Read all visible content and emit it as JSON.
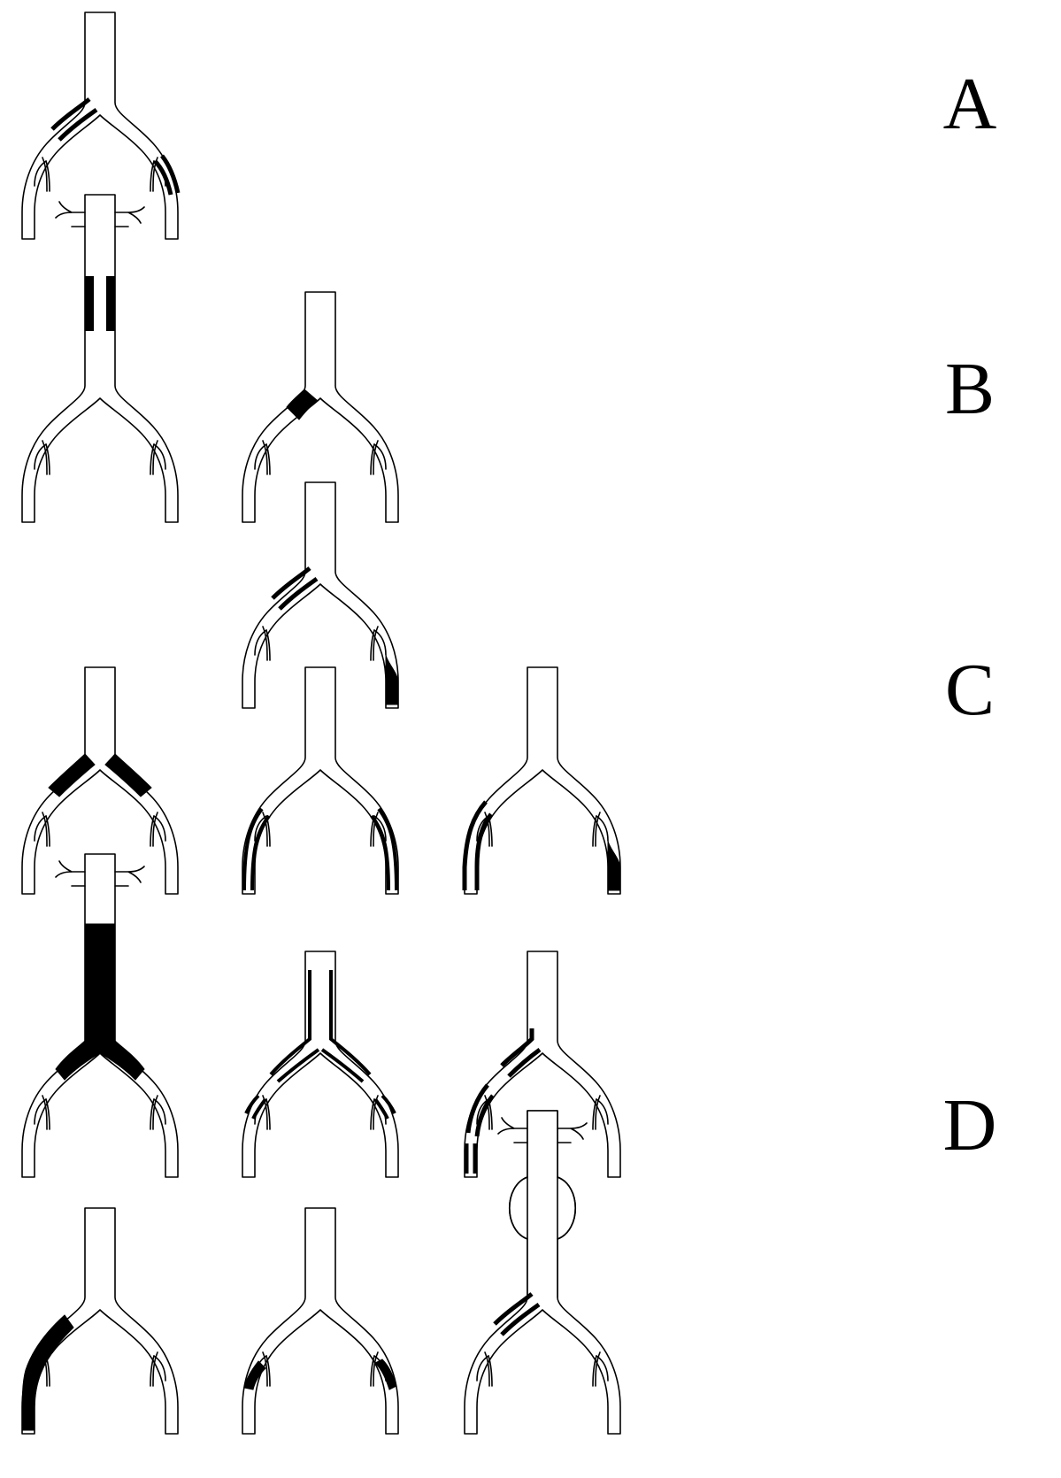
{
  "labels": {
    "a": "A",
    "b": "B",
    "c": "C",
    "d": "D"
  },
  "colors": {
    "vessel_outline": "#000000",
    "vessel_fill": "#ffffff",
    "lesion": "#000000"
  },
  "panels": [
    {
      "group": "A",
      "has_renal_branches": false,
      "has_aneurysm": false,
      "lesions": [
        "left-common-iliac-stenosis",
        "right-external-iliac-stenosis"
      ]
    },
    {
      "group": "B",
      "has_renal_branches": true,
      "has_aneurysm": false,
      "lesions": [
        "infrarenal-aortic-stenosis"
      ]
    },
    {
      "group": "B",
      "has_renal_branches": false,
      "has_aneurysm": false,
      "lesions": [
        "left-common-iliac-occlusion"
      ]
    },
    {
      "group": "B",
      "has_renal_branches": false,
      "has_aneurysm": false,
      "lesions": [
        "left-common-iliac-stenosis",
        "right-external-iliac-occlusion"
      ]
    },
    {
      "group": "C",
      "has_renal_branches": false,
      "has_aneurysm": false,
      "lesions": [
        "bilateral-common-iliac-occlusion"
      ]
    },
    {
      "group": "C",
      "has_renal_branches": false,
      "has_aneurysm": false,
      "lesions": [
        "bilateral-external-iliac-stenosis"
      ]
    },
    {
      "group": "C",
      "has_renal_branches": false,
      "has_aneurysm": false,
      "lesions": [
        "left-external-iliac-stenosis",
        "right-external-iliac-occlusion"
      ]
    },
    {
      "group": "D",
      "has_renal_branches": true,
      "has_aneurysm": false,
      "lesions": [
        "infrarenal-aorto-iliac-occlusion"
      ]
    },
    {
      "group": "D",
      "has_renal_branches": false,
      "has_aneurysm": false,
      "lesions": [
        "diffuse-aorto-iliac-stenosis"
      ]
    },
    {
      "group": "D",
      "has_renal_branches": false,
      "has_aneurysm": false,
      "lesions": [
        "diffuse-unilateral-iliac-stenosis"
      ]
    },
    {
      "group": "D",
      "has_renal_branches": false,
      "has_aneurysm": false,
      "lesions": [
        "unilateral-common-external-iliac-occlusion"
      ]
    },
    {
      "group": "D",
      "has_renal_branches": false,
      "has_aneurysm": false,
      "lesions": [
        "bilateral-external-iliac-occlusion"
      ]
    },
    {
      "group": "D",
      "has_renal_branches": true,
      "has_aneurysm": true,
      "lesions": [
        "left-common-iliac-stenosis"
      ]
    }
  ]
}
